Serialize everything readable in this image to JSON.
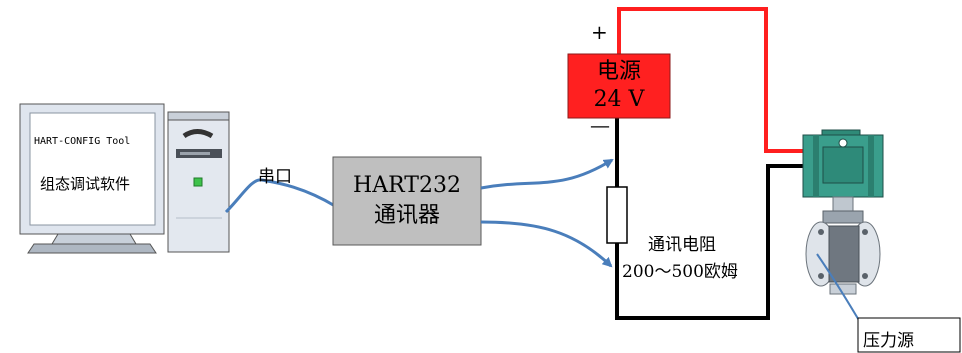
{
  "computer": {
    "screen_line1": "HART-CONFIG Tool",
    "screen_line2": "组态调试软件"
  },
  "serial_label": "串口",
  "modem": {
    "line1": "HART232",
    "line2": "通讯器"
  },
  "power_supply": {
    "line1": "电源",
    "line2": "24 V",
    "color": "#ff2020"
  },
  "plus_sign": "+",
  "minus_sign": "—",
  "resistor": {
    "line1": "通讯电阻",
    "line2": "200～500欧姆"
  },
  "pressure_source": "压力源",
  "colors": {
    "positive_wire": "#ff1f1f",
    "negative_wire": "#000000",
    "signal_cable": "#4a7ebb",
    "transmitter": "#3a9e8c"
  }
}
